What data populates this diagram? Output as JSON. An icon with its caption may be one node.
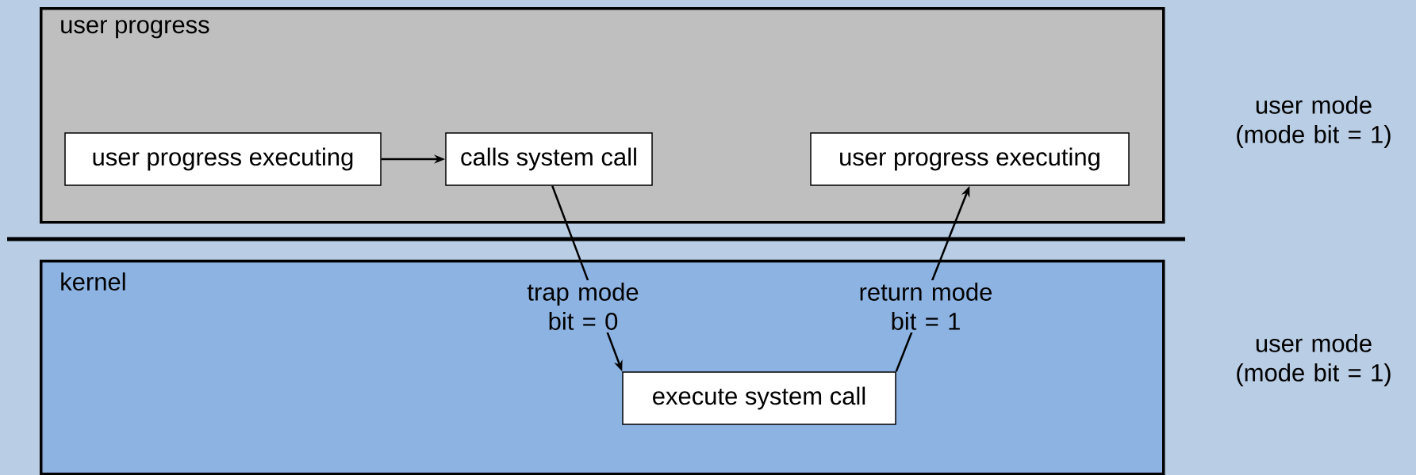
{
  "diagram": {
    "nodes": [
      {
        "text": [
          "user progress"
        ]
      },
      {
        "text": [
          "user progress executing"
        ],
        "in": 0
      },
      {
        "text": [
          "calls system call"
        ],
        "in": 0
      },
      {
        "text": [
          "user progress executing"
        ],
        "in": 0
      },
      {
        "text": [
          "kernel"
        ]
      },
      {
        "text": [
          "execute system call"
        ],
        "in": 4
      }
    ],
    "edges": [
      {
        "from": 1,
        "to": 2,
        "arrow": "to"
      },
      {
        "from": 2,
        "to": 5,
        "arrow": "to",
        "label": "trap mode bit = 0"
      },
      {
        "from": 5,
        "to": 3,
        "arrow": "to",
        "label": "return mode bit = 1"
      }
    ],
    "labels": [
      "user mode (mode bit = 1)",
      "user mode (mode bit = 1)"
    ]
  }
}
